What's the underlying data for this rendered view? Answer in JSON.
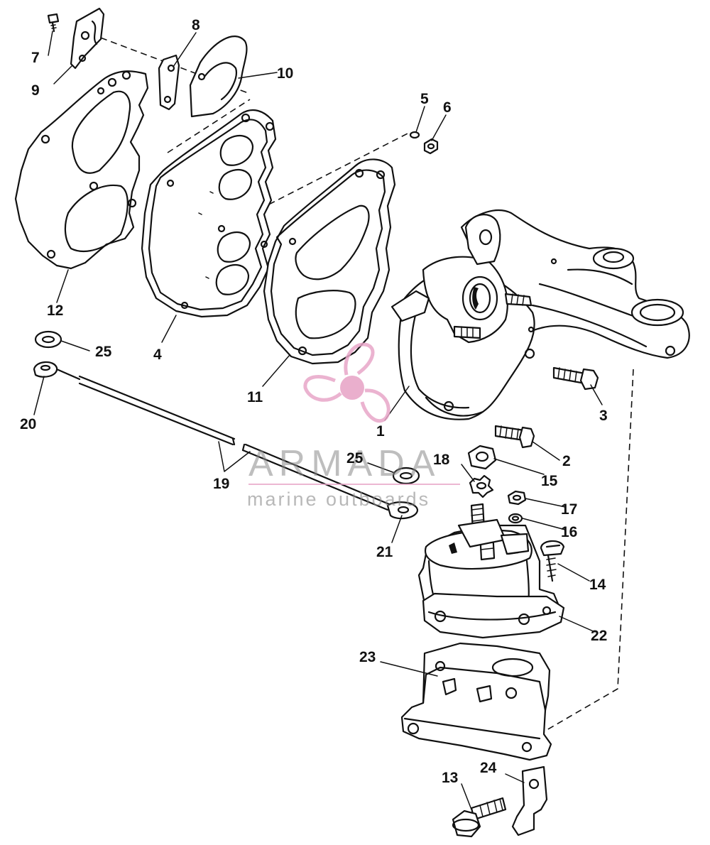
{
  "callouts": [
    {
      "id": "c1",
      "label": "1"
    },
    {
      "id": "c2",
      "label": "2"
    },
    {
      "id": "c3",
      "label": "3"
    },
    {
      "id": "c4",
      "label": "4"
    },
    {
      "id": "c5",
      "label": "5"
    },
    {
      "id": "c6",
      "label": "6"
    },
    {
      "id": "c7",
      "label": "7"
    },
    {
      "id": "c8",
      "label": "8"
    },
    {
      "id": "c9",
      "label": "9"
    },
    {
      "id": "c10",
      "label": "10"
    },
    {
      "id": "c11",
      "label": "11"
    },
    {
      "id": "c12",
      "label": "12"
    },
    {
      "id": "c13",
      "label": "13"
    },
    {
      "id": "c14",
      "label": "14"
    },
    {
      "id": "c15",
      "label": "15"
    },
    {
      "id": "c16",
      "label": "16"
    },
    {
      "id": "c17",
      "label": "17"
    },
    {
      "id": "c18",
      "label": "18"
    },
    {
      "id": "c19",
      "label": "19"
    },
    {
      "id": "c20",
      "label": "20"
    },
    {
      "id": "c21",
      "label": "21"
    },
    {
      "id": "c22",
      "label": "22"
    },
    {
      "id": "c23",
      "label": "23"
    },
    {
      "id": "c24",
      "label": "24"
    },
    {
      "id": "c25a",
      "label": "25"
    },
    {
      "id": "c25b",
      "label": "25"
    }
  ],
  "watermark": {
    "brand": "ARMADA",
    "tagline": "marine outboards",
    "logo_color": "#e8a6c8",
    "logo_icon": "propeller-icon"
  }
}
